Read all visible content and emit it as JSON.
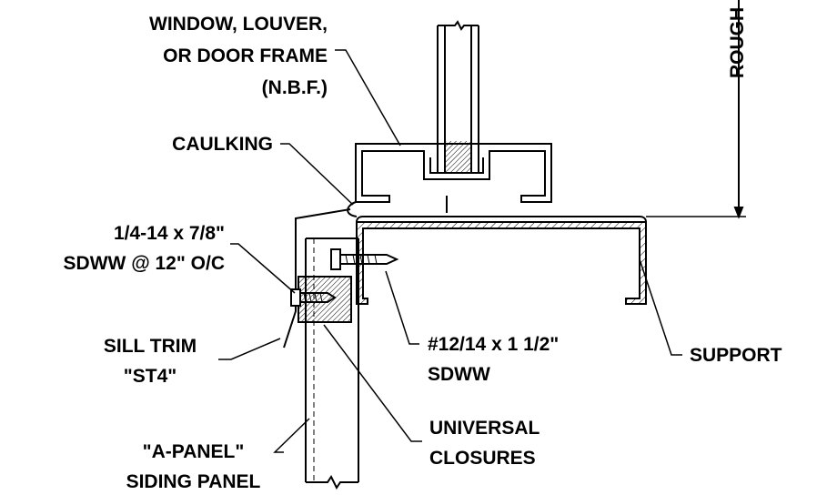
{
  "labels": {
    "frame_l1": "WINDOW, LOUVER,",
    "frame_l2": "OR DOOR FRAME",
    "frame_l3": "(N.B.F.)",
    "caulking": "CAULKING",
    "screw1_l1": "1/4-14 x 7/8\"",
    "screw1_l2": "SDWW @ 12\" O/C",
    "sill_l1": "SILL TRIM",
    "sill_l2": "\"ST4\"",
    "screw2_l1": "#12/14 x 1 1/2\"",
    "screw2_l2": "SDWW",
    "support": "SUPPORT",
    "closures_l1": "UNIVERSAL",
    "closures_l2": "CLOSURES",
    "panel_l1": "\"A-PANEL\"",
    "panel_l2": "SIDING PANEL",
    "rough": "ROUGH"
  }
}
